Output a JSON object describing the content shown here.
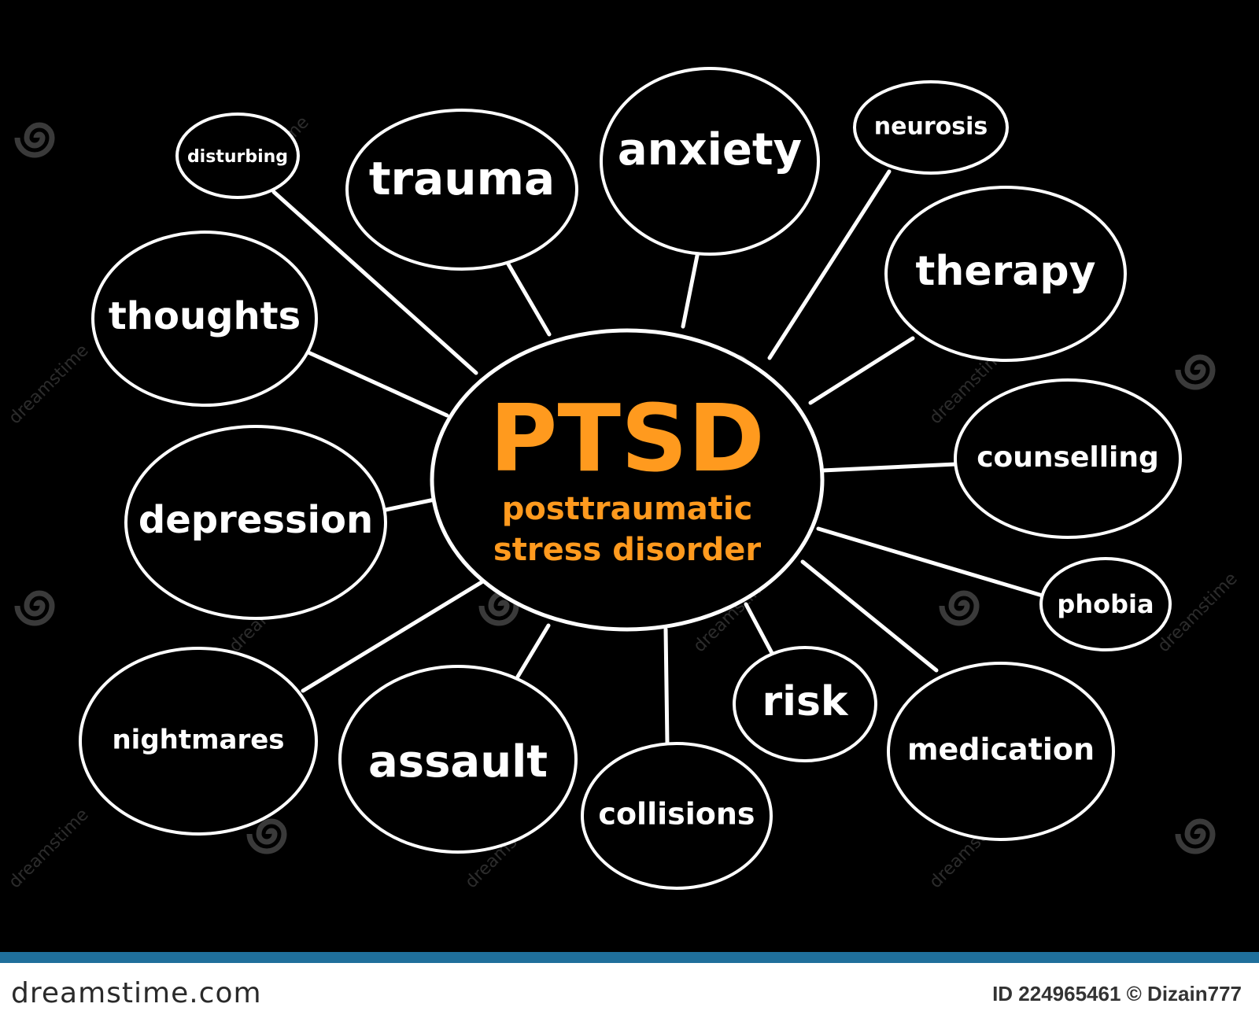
{
  "center": {
    "title": "PTSD",
    "subtitle_line1": "posttraumatic",
    "subtitle_line2": "stress disorder"
  },
  "nodes": {
    "disturbing": "disturbing",
    "trauma": "trauma",
    "anxiety": "anxiety",
    "neurosis": "neurosis",
    "therapy": "therapy",
    "thoughts": "thoughts",
    "counselling": "counselling",
    "depression": "depression",
    "phobia": "phobia",
    "nightmares": "nightmares",
    "assault": "assault",
    "risk": "risk",
    "medication": "medication",
    "collisions": "collisions"
  },
  "watermark": "dreamstime",
  "footer": {
    "brand": "dreamstime.com",
    "credit": "ID 224965461 © Dizain777"
  },
  "colors": {
    "background": "#000000",
    "outline": "#ffffff",
    "accent": "#ff9a1e",
    "footer_bar": "#1f6f9b"
  }
}
